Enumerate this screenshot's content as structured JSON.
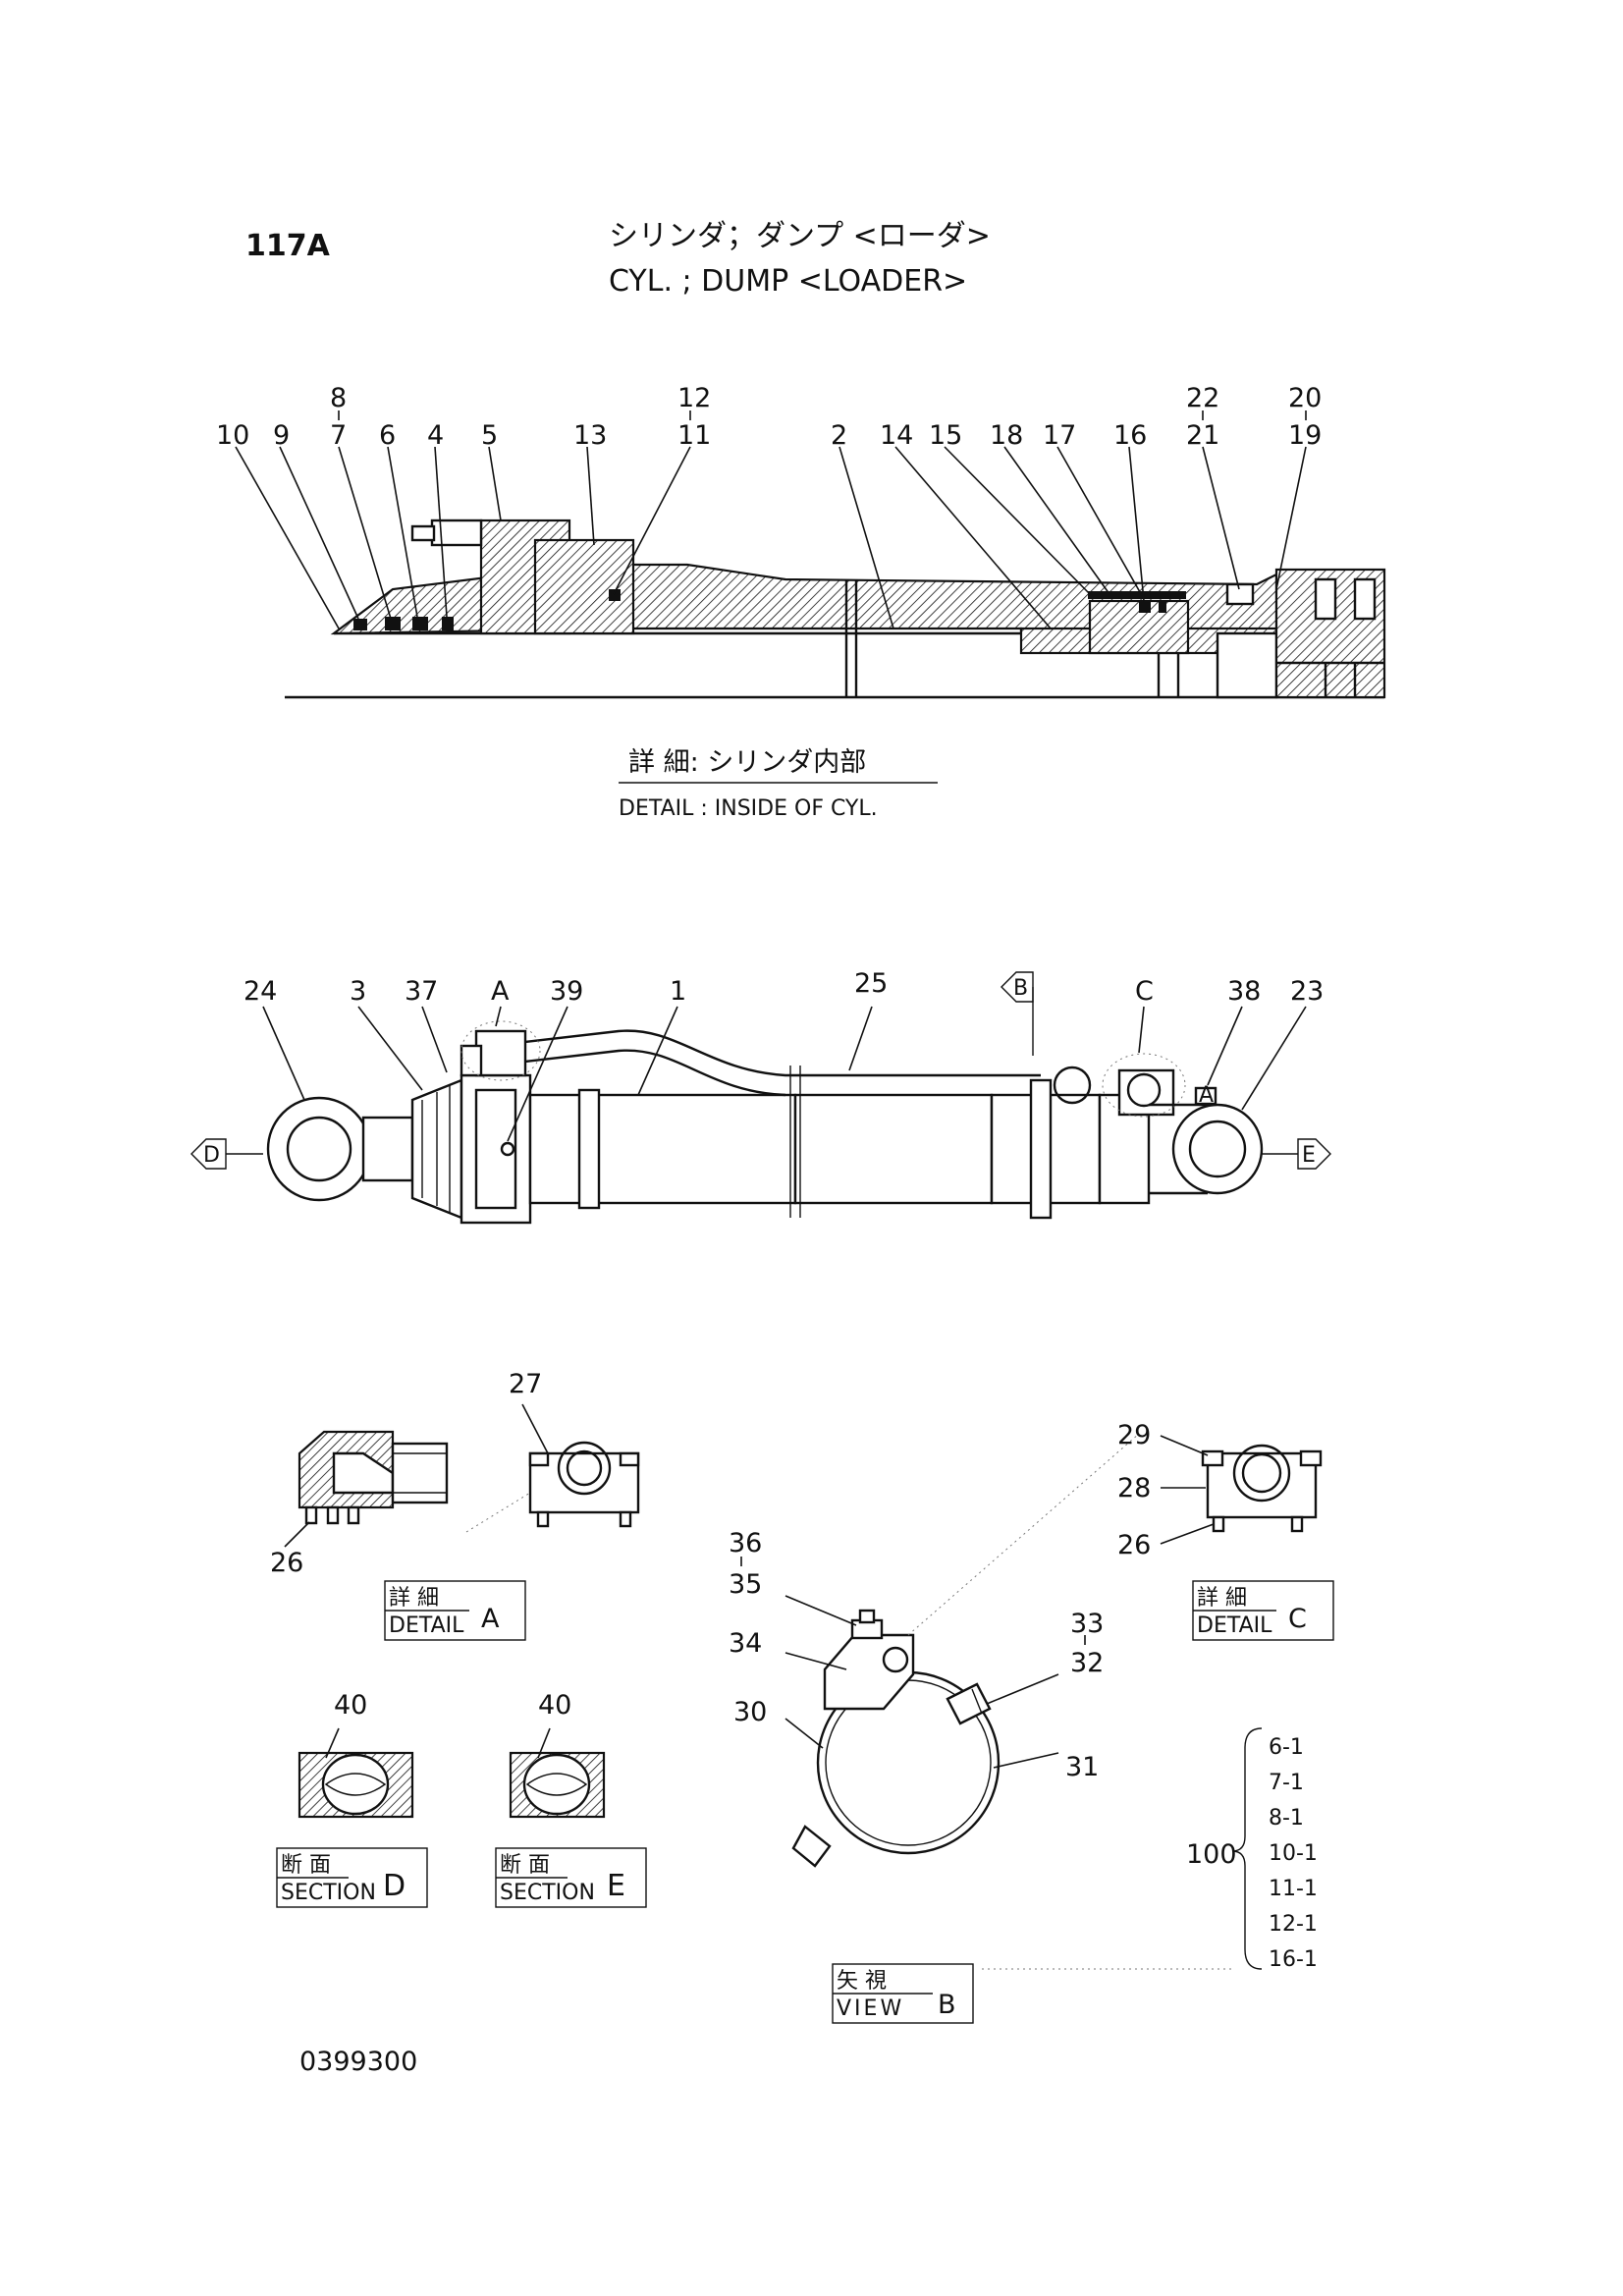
{
  "header": {
    "page_number": "117A",
    "title_jp": "シリンダ；ダンプ <ローダ>",
    "title_en": "CYL. ; DUMP <LOADER>"
  },
  "detail_inside": {
    "caption_jp": "詳 細: シリンダ内部",
    "caption_en": "DETAIL : INSIDE OF CYL.",
    "callouts": {
      "c10": "10",
      "c9": "9",
      "c8": "8",
      "c7": "7",
      "c6": "6",
      "c4": "4",
      "c5": "5",
      "c13": "13",
      "c12": "12",
      "c11": "11",
      "c2": "2",
      "c14": "14",
      "c15": "15",
      "c18": "18",
      "c17": "17",
      "c16": "16",
      "c22": "22",
      "c21": "21",
      "c20": "20",
      "c19": "19"
    }
  },
  "main_view": {
    "callouts": {
      "c24": "24",
      "c3": "3",
      "c37": "37",
      "cA": "A",
      "c39": "39",
      "c1": "1",
      "c25": "25",
      "cB": "B",
      "cC": "C",
      "c38": "38",
      "c23": "23",
      "viewD": "D",
      "viewE": "E",
      "tagA": "A"
    }
  },
  "detail_a": {
    "label_jp": "詳 細",
    "label_en": "DETAIL",
    "letter": "A",
    "callouts": {
      "c26": "26",
      "c27": "27"
    }
  },
  "detail_c": {
    "label_jp": "詳 細",
    "label_en": "DETAIL",
    "letter": "C",
    "callouts": {
      "c29": "29",
      "c28": "28",
      "c26": "26"
    }
  },
  "view_b": {
    "label_jp": "矢 視",
    "label_en": "VIEW",
    "letter": "B",
    "callouts": {
      "c36": "36",
      "c35": "35",
      "c34": "34",
      "c33": "33",
      "c32": "32",
      "c30": "30",
      "c31": "31"
    }
  },
  "section_d": {
    "label_jp": "断 面",
    "label_en": "SECTION",
    "letter": "D",
    "callout": "40"
  },
  "section_e": {
    "label_jp": "断 面",
    "label_en": "SECTION",
    "letter": "E",
    "callout": "40"
  },
  "kit": {
    "number": "100",
    "items": [
      "6-1",
      "7-1",
      "8-1",
      "10-1",
      "11-1",
      "12-1",
      "16-1"
    ]
  },
  "footer": {
    "drawing_number": "0399300"
  }
}
